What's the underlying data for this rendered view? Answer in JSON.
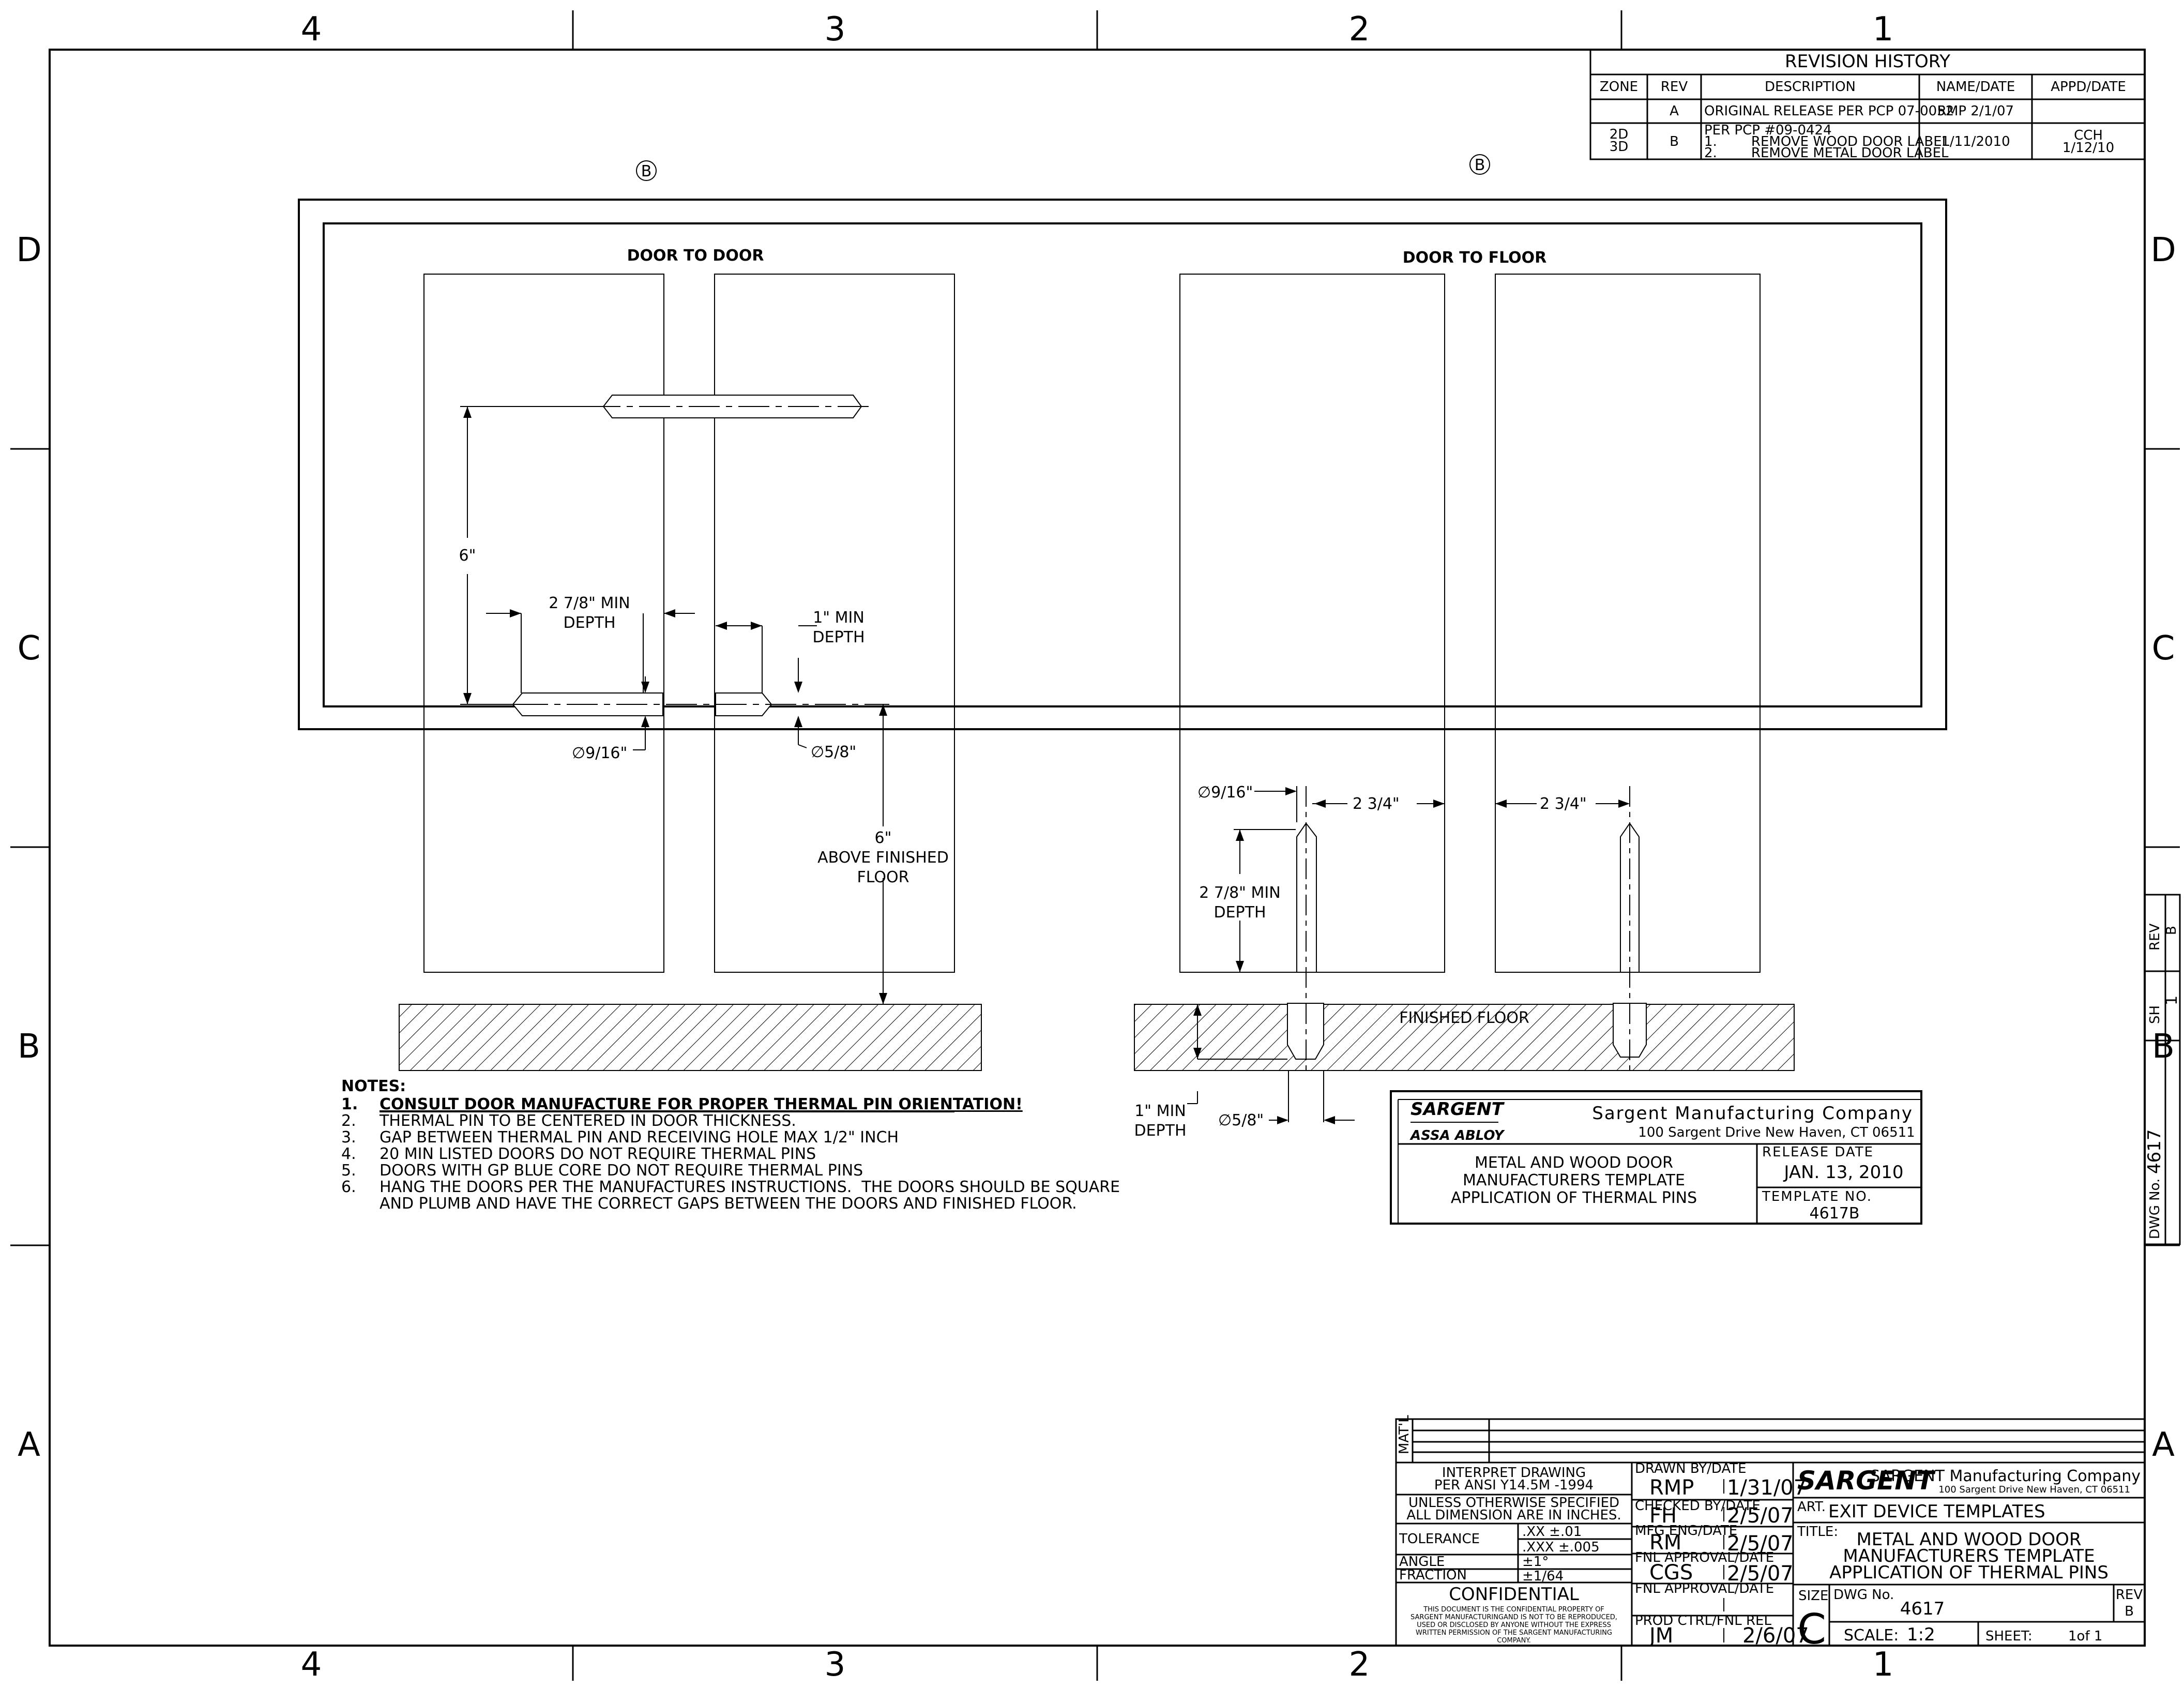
{
  "border": {
    "columns": [
      "4",
      "3",
      "2",
      "1"
    ],
    "rows": [
      "D",
      "C",
      "B",
      "A"
    ]
  },
  "revision_history": {
    "title": "REVISION HISTORY",
    "headers": [
      "ZONE",
      "REV",
      "DESCRIPTION",
      "NAME/DATE",
      "APPD/DATE"
    ],
    "rows": [
      {
        "zone": "",
        "rev": "A",
        "description": [
          "ORIGINAL RELEASE PER PCP 07-0052"
        ],
        "name_date": "RMP 2/1/07",
        "appd_date": [
          "",
          ""
        ]
      },
      {
        "zone": "2D\n3D",
        "rev": "B",
        "description": [
          "PER PCP #09-0424",
          "1.        REMOVE WOOD DOOR LABEL",
          "2.        REMOVE METAL DOOR LABEL"
        ],
        "name_date": "1/11/2010",
        "appd_date": [
          "CCH",
          "1/12/10"
        ]
      }
    ]
  },
  "rev_markers": [
    "B",
    "B"
  ],
  "views": {
    "door_to_door": "DOOR TO DOOR",
    "door_to_floor": "DOOR TO FLOOR"
  },
  "dimensions": {
    "pin_spacing": "6\"",
    "min_depth_left": [
      "2 7/8\" MIN",
      "DEPTH"
    ],
    "min_depth_right": [
      "1\" MIN",
      "DEPTH"
    ],
    "dia_pin": "9/16\"",
    "dia_hole": "5/8\"",
    "above_floor": [
      "6\"",
      "ABOVE FINISHED",
      "FLOOR"
    ],
    "floor_dia_pin": "9/16\"",
    "floor_offset_left": "2 3/4\"",
    "floor_offset_right": "2 3/4\"",
    "floor_min_depth": [
      "2 7/8\" MIN",
      "DEPTH"
    ],
    "finished_floor": "FINISHED FLOOR",
    "floor_hole_depth": [
      "1\" MIN",
      "DEPTH"
    ],
    "floor_dia_hole": "5/8\""
  },
  "notes": {
    "title": "NOTES:",
    "items": [
      {
        "num": "1.",
        "text": "CONSULT DOOR MANUFACTURE FOR PROPER THERMAL PIN ORIENTATION!"
      },
      {
        "num": "2.",
        "text": "THERMAL PIN TO BE CENTERED IN DOOR THICKNESS."
      },
      {
        "num": "3.",
        "text": "GAP BETWEEN THERMAL PIN AND RECEIVING HOLE MAX 1/2\" INCH"
      },
      {
        "num": "4.",
        "text": "20 MIN LISTED DOORS DO NOT REQUIRE THERMAL PINS"
      },
      {
        "num": "5.",
        "text": "DOORS WITH GP BLUE CORE DO NOT REQUIRE THERMAL PINS"
      },
      {
        "num": "6.",
        "text": "HANG THE DOORS PER THE MANUFACTURES INSTRUCTIONS.  THE DOORS SHOULD BE SQUARE"
      },
      {
        "num": "",
        "text": "AND PLUMB AND HAVE THE CORRECT GAPS BETWEEN THE DOORS AND FINISHED FLOOR."
      }
    ]
  },
  "inner_title": {
    "brand": "SARGENT",
    "parent": "ASSA ABLOY",
    "company": "Sargent Manufacturing Company",
    "address": "100 Sargent Drive New Haven, CT 06511",
    "title_lines": [
      "METAL AND WOOD DOOR",
      "MANUFACTURERS TEMPLATE",
      "APPLICATION OF THERMAL PINS"
    ],
    "release_label": "RELEASE DATE",
    "release_date": "JAN. 13, 2010",
    "template_label": "TEMPLATE NO.",
    "template_no": "4617B"
  },
  "side_block": {
    "rev_label": "REV",
    "rev": "B",
    "sh_label": "SH",
    "sh": "1",
    "dwg_label": "DWG No.",
    "dwg": "4617"
  },
  "title_block": {
    "matl_label": "MAT'L",
    "interpret": [
      "INTERPRET DRAWING",
      "PER ANSI Y14.5M -1994"
    ],
    "unless": [
      "UNLESS OTHERWISE SPECIFIED",
      "ALL DIMENSION ARE IN INCHES."
    ],
    "tolerance_label": "TOLERANCE",
    "tol_xx": ".XX ±.01",
    "tol_xxx": ".XXX ±.005",
    "angle_label": "ANGLE",
    "angle": "±1°",
    "fraction_label": "FRACTION",
    "fraction": "±1/64",
    "confidential": "CONFIDENTIAL",
    "confidential_text": [
      "THIS DOCUMENT IS THE CONFIDENTIAL PROPERTY OF",
      "SARGENT MANUFACTURINGAND IS NOT TO BE REPRODUCED,",
      "USED OR DISCLOSED BY ANYONE WITHOUT THE EXPRESS",
      "WRITTEN PERMISSION OF THE SARGENT MANUFACTURING",
      "COMPANY."
    ],
    "drawn_label": "DRAWN BY/DATE",
    "drawn_by": "RMP",
    "drawn_date": "1/31/07",
    "checked_label": "CHECKED BY/DATE",
    "checked_by": "FH",
    "checked_date": "2/5/07",
    "mfg_label": "MFG ENG/DATE",
    "mfg_by": "RM",
    "mfg_date": "2/5/07",
    "fnl_label": "FNL APPROVAL/DATE",
    "fnl_by": "CGS",
    "fnl_date": "2/5/07",
    "fnl2_label": "FNL APPROVAL/DATE",
    "prod_label": "PROD CTRL/FNL REL",
    "prod_by": "JM",
    "prod_date": "2/6/07",
    "brand": "SARGENT",
    "company": "SARGENT Manufacturing Company",
    "address": "100 Sargent Drive New Haven, CT 06511",
    "art_label": "ART.",
    "art": "EXIT DEVICE TEMPLATES",
    "title_label": "TITLE:",
    "title_lines": [
      "METAL AND WOOD DOOR",
      "MANUFACTURERS TEMPLATE",
      "APPLICATION OF THERMAL PINS"
    ],
    "size_label": "SIZE",
    "size": "C",
    "dwg_label": "DWG No.",
    "dwg": "4617",
    "rev_label": "REV",
    "rev": "B",
    "scale_label": "SCALE:",
    "scale": "1:2",
    "sheet_label": "SHEET:",
    "sheet": "1of 1"
  }
}
